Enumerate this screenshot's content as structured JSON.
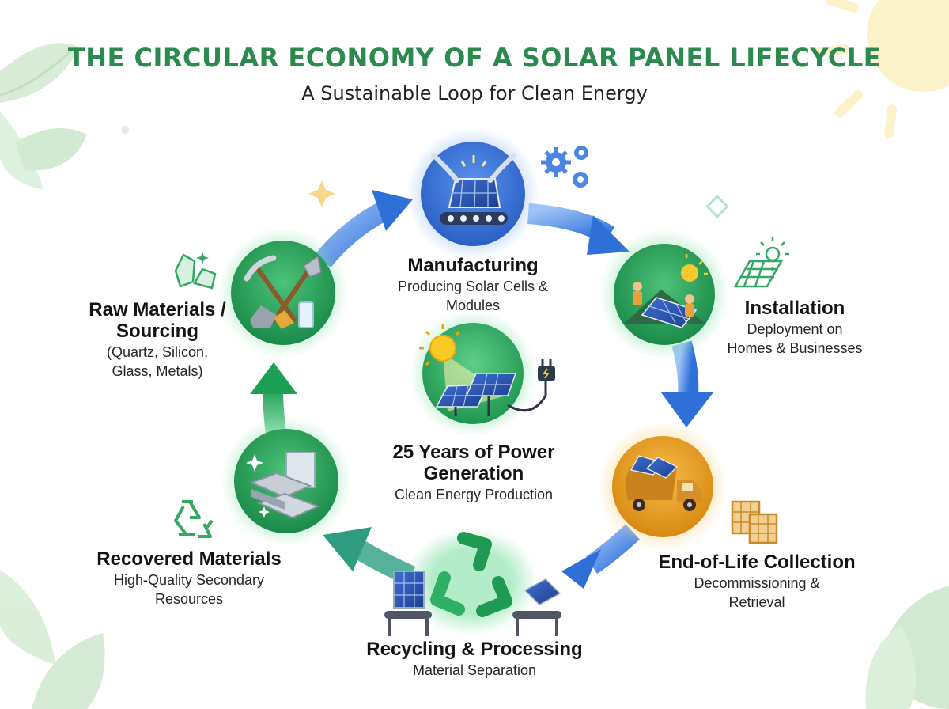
{
  "header": {
    "title": "THE CIRCULAR ECONOMY OF A SOLAR PANEL LIFECYCLE",
    "subtitle": "A Sustainable Loop for Clean Energy"
  },
  "colors": {
    "title_green": "#2c8a4f",
    "green_node": "#25a45a",
    "blue_node": "#2f6fd8",
    "orange_node": "#e79a19",
    "arrow_blue": "#3a7fe0",
    "arrow_green": "#2fb36a",
    "leaf": "#cfe8cf",
    "sun": "#fbe9a8"
  },
  "stages": {
    "manufacturing": {
      "title": "Manufacturing",
      "lines": [
        "Producing Solar Cells &",
        "Modules"
      ],
      "icon": "robot-arm-solar-panel-icon"
    },
    "installation": {
      "title": "Installation",
      "lines": [
        "Deployment on",
        "Homes & Businesses"
      ],
      "icon": "workers-roof-panels-icon"
    },
    "collection": {
      "title": "End-of-Life Collection",
      "lines": [
        "Decommissioning &",
        "Retrieval"
      ],
      "icon": "dump-truck-panels-icon"
    },
    "recycling": {
      "title": "Recycling & Processing",
      "lines": [
        "Material Separation"
      ],
      "icon": "recycle-conveyor-icon"
    },
    "recovered": {
      "title": "Recovered Materials",
      "lines": [
        "High-Quality Secondary",
        "Resources"
      ],
      "icon": "metal-ingots-icon"
    },
    "raw": {
      "title_lines": [
        "Raw Materials /",
        "Sourcing"
      ],
      "lines": [
        "(Quartz, Silicon,",
        "Glass, Metals)"
      ],
      "icon": "pickaxe-shovel-icon"
    },
    "center": {
      "title_lines": [
        "25 Years of Power",
        "Generation"
      ],
      "lines": [
        "Clean Energy Production"
      ],
      "icon": "sun-panels-plug-icon"
    }
  }
}
